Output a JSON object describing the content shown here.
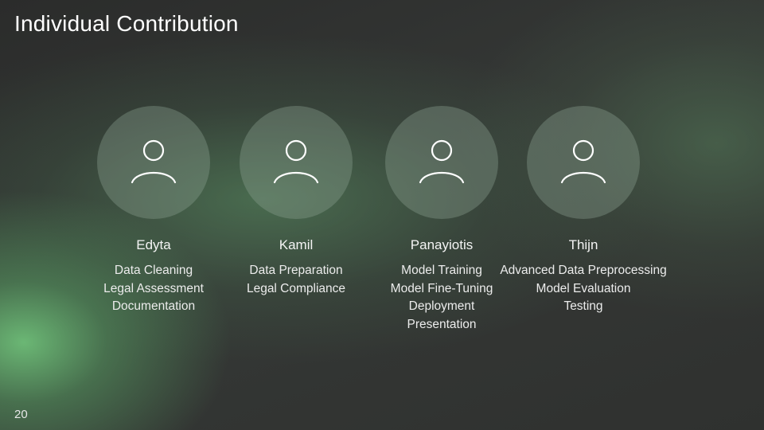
{
  "slide": {
    "title": "Individual Contribution",
    "page_number": "20"
  },
  "members": [
    {
      "name": "Edyta",
      "icon": "person-icon",
      "tasks": [
        "Data Cleaning",
        "Legal Assessment",
        "Documentation"
      ]
    },
    {
      "name": "Kamil",
      "icon": "person-icon",
      "tasks": [
        "Data Preparation",
        "Legal Compliance"
      ]
    },
    {
      "name": "Panayiotis",
      "icon": "person-icon",
      "tasks": [
        "Model Training",
        "Model Fine-Tuning",
        "Deployment",
        "Presentation"
      ]
    },
    {
      "name": "Thijn",
      "icon": "person-icon",
      "tasks": [
        "Advanced Data Preprocessing",
        "Model Evaluation",
        "Testing"
      ]
    }
  ],
  "colors": {
    "glow_green": "#6ebe78",
    "background": "#2f3130",
    "text": "#f2f2f2"
  }
}
